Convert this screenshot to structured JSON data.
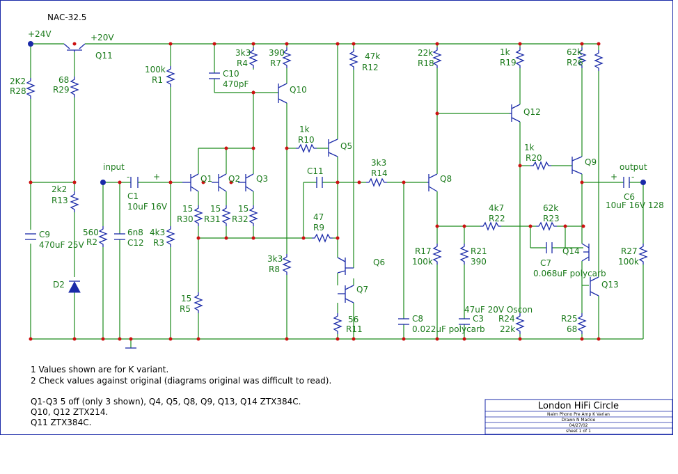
{
  "title": "NAC-32.5",
  "rails": {
    "v24": "+24V",
    "v20": "+20V"
  },
  "ports": {
    "input": "input",
    "output": "output"
  },
  "components": [
    {
      "id": "R28",
      "value": "2K2"
    },
    {
      "id": "R29",
      "value": "68"
    },
    {
      "id": "R13",
      "value": "2k2"
    },
    {
      "id": "C9",
      "value": "470uF 25V"
    },
    {
      "id": "D2",
      "value": ""
    },
    {
      "id": "R1",
      "value": "100k"
    },
    {
      "id": "R2",
      "value": "560"
    },
    {
      "id": "C12",
      "value": "6n8"
    },
    {
      "id": "R3",
      "value": "4k3"
    },
    {
      "id": "C1",
      "value": "10uF 16V"
    },
    {
      "id": "R4",
      "value": "3k3"
    },
    {
      "id": "C10",
      "value": "470pF"
    },
    {
      "id": "R7",
      "value": "390"
    },
    {
      "id": "R30",
      "value": "15"
    },
    {
      "id": "R31",
      "value": "15"
    },
    {
      "id": "R32",
      "value": "15"
    },
    {
      "id": "R5",
      "value": "15"
    },
    {
      "id": "R8",
      "value": "3k3"
    },
    {
      "id": "R10",
      "value": "1k"
    },
    {
      "id": "R9",
      "value": "47"
    },
    {
      "id": "C11",
      "value": ""
    },
    {
      "id": "R12",
      "value": "47k"
    },
    {
      "id": "R11",
      "value": "56"
    },
    {
      "id": "R14",
      "value": "3k3"
    },
    {
      "id": "C8",
      "value": "0.022uF polycarb"
    },
    {
      "id": "R18",
      "value": "22k"
    },
    {
      "id": "R17",
      "value": "100k"
    },
    {
      "id": "R21",
      "value": "390"
    },
    {
      "id": "C3",
      "value": "47uF 20V Oscon"
    },
    {
      "id": "R19",
      "value": "1k"
    },
    {
      "id": "R20",
      "value": "1k"
    },
    {
      "id": "R22",
      "value": "4k7"
    },
    {
      "id": "R23",
      "value": "62k"
    },
    {
      "id": "C7",
      "value": "0.068uF polycarb"
    },
    {
      "id": "R24",
      "value": "22k"
    },
    {
      "id": "R26",
      "value": "62k"
    },
    {
      "id": "R25",
      "value": "68"
    },
    {
      "id": "R27",
      "value": "100k"
    },
    {
      "id": "C6",
      "value": "10uF 16V 128"
    }
  ],
  "transistors": [
    "Q1",
    "Q2",
    "Q3",
    "Q5",
    "Q6",
    "Q7",
    "Q8",
    "Q9",
    "Q10",
    "Q11",
    "Q12",
    "Q13",
    "Q14"
  ],
  "polarity": {
    "plus": "+",
    "minus": "-"
  },
  "notes": [
    "1 Values shown are for K variant.",
    "2 Check values against original (diagrams original was difficult to read).",
    "Q1-Q3 5 off (only 3 shown), Q4, Q5, Q8, Q9, Q13, Q14 ZTX384C.",
    "Q10, Q12 ZTX214.",
    "Q11 ZTX384C."
  ],
  "titleblock": {
    "org": "London HiFi Circle",
    "desc": "Naim Phono Pre Amp   K Varian",
    "author": "Drawn N Mackie",
    "date": "04/27/02",
    "sheet": "sheet 1 of 1"
  }
}
